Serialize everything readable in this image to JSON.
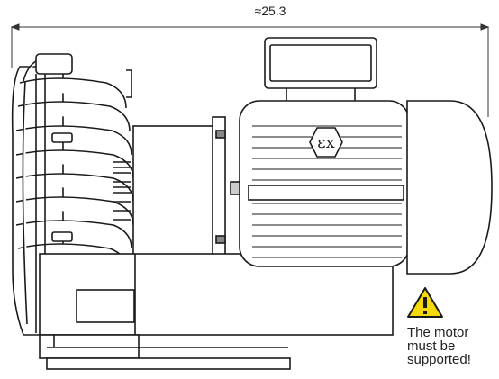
{
  "dimension": {
    "label": "≈25.3"
  },
  "marking": {
    "ex_symbol": "εx"
  },
  "warning": {
    "icon": "warning-triangle-icon",
    "lines": [
      "The motor",
      "must be",
      "supported!"
    ],
    "color": "#f5d90a"
  }
}
